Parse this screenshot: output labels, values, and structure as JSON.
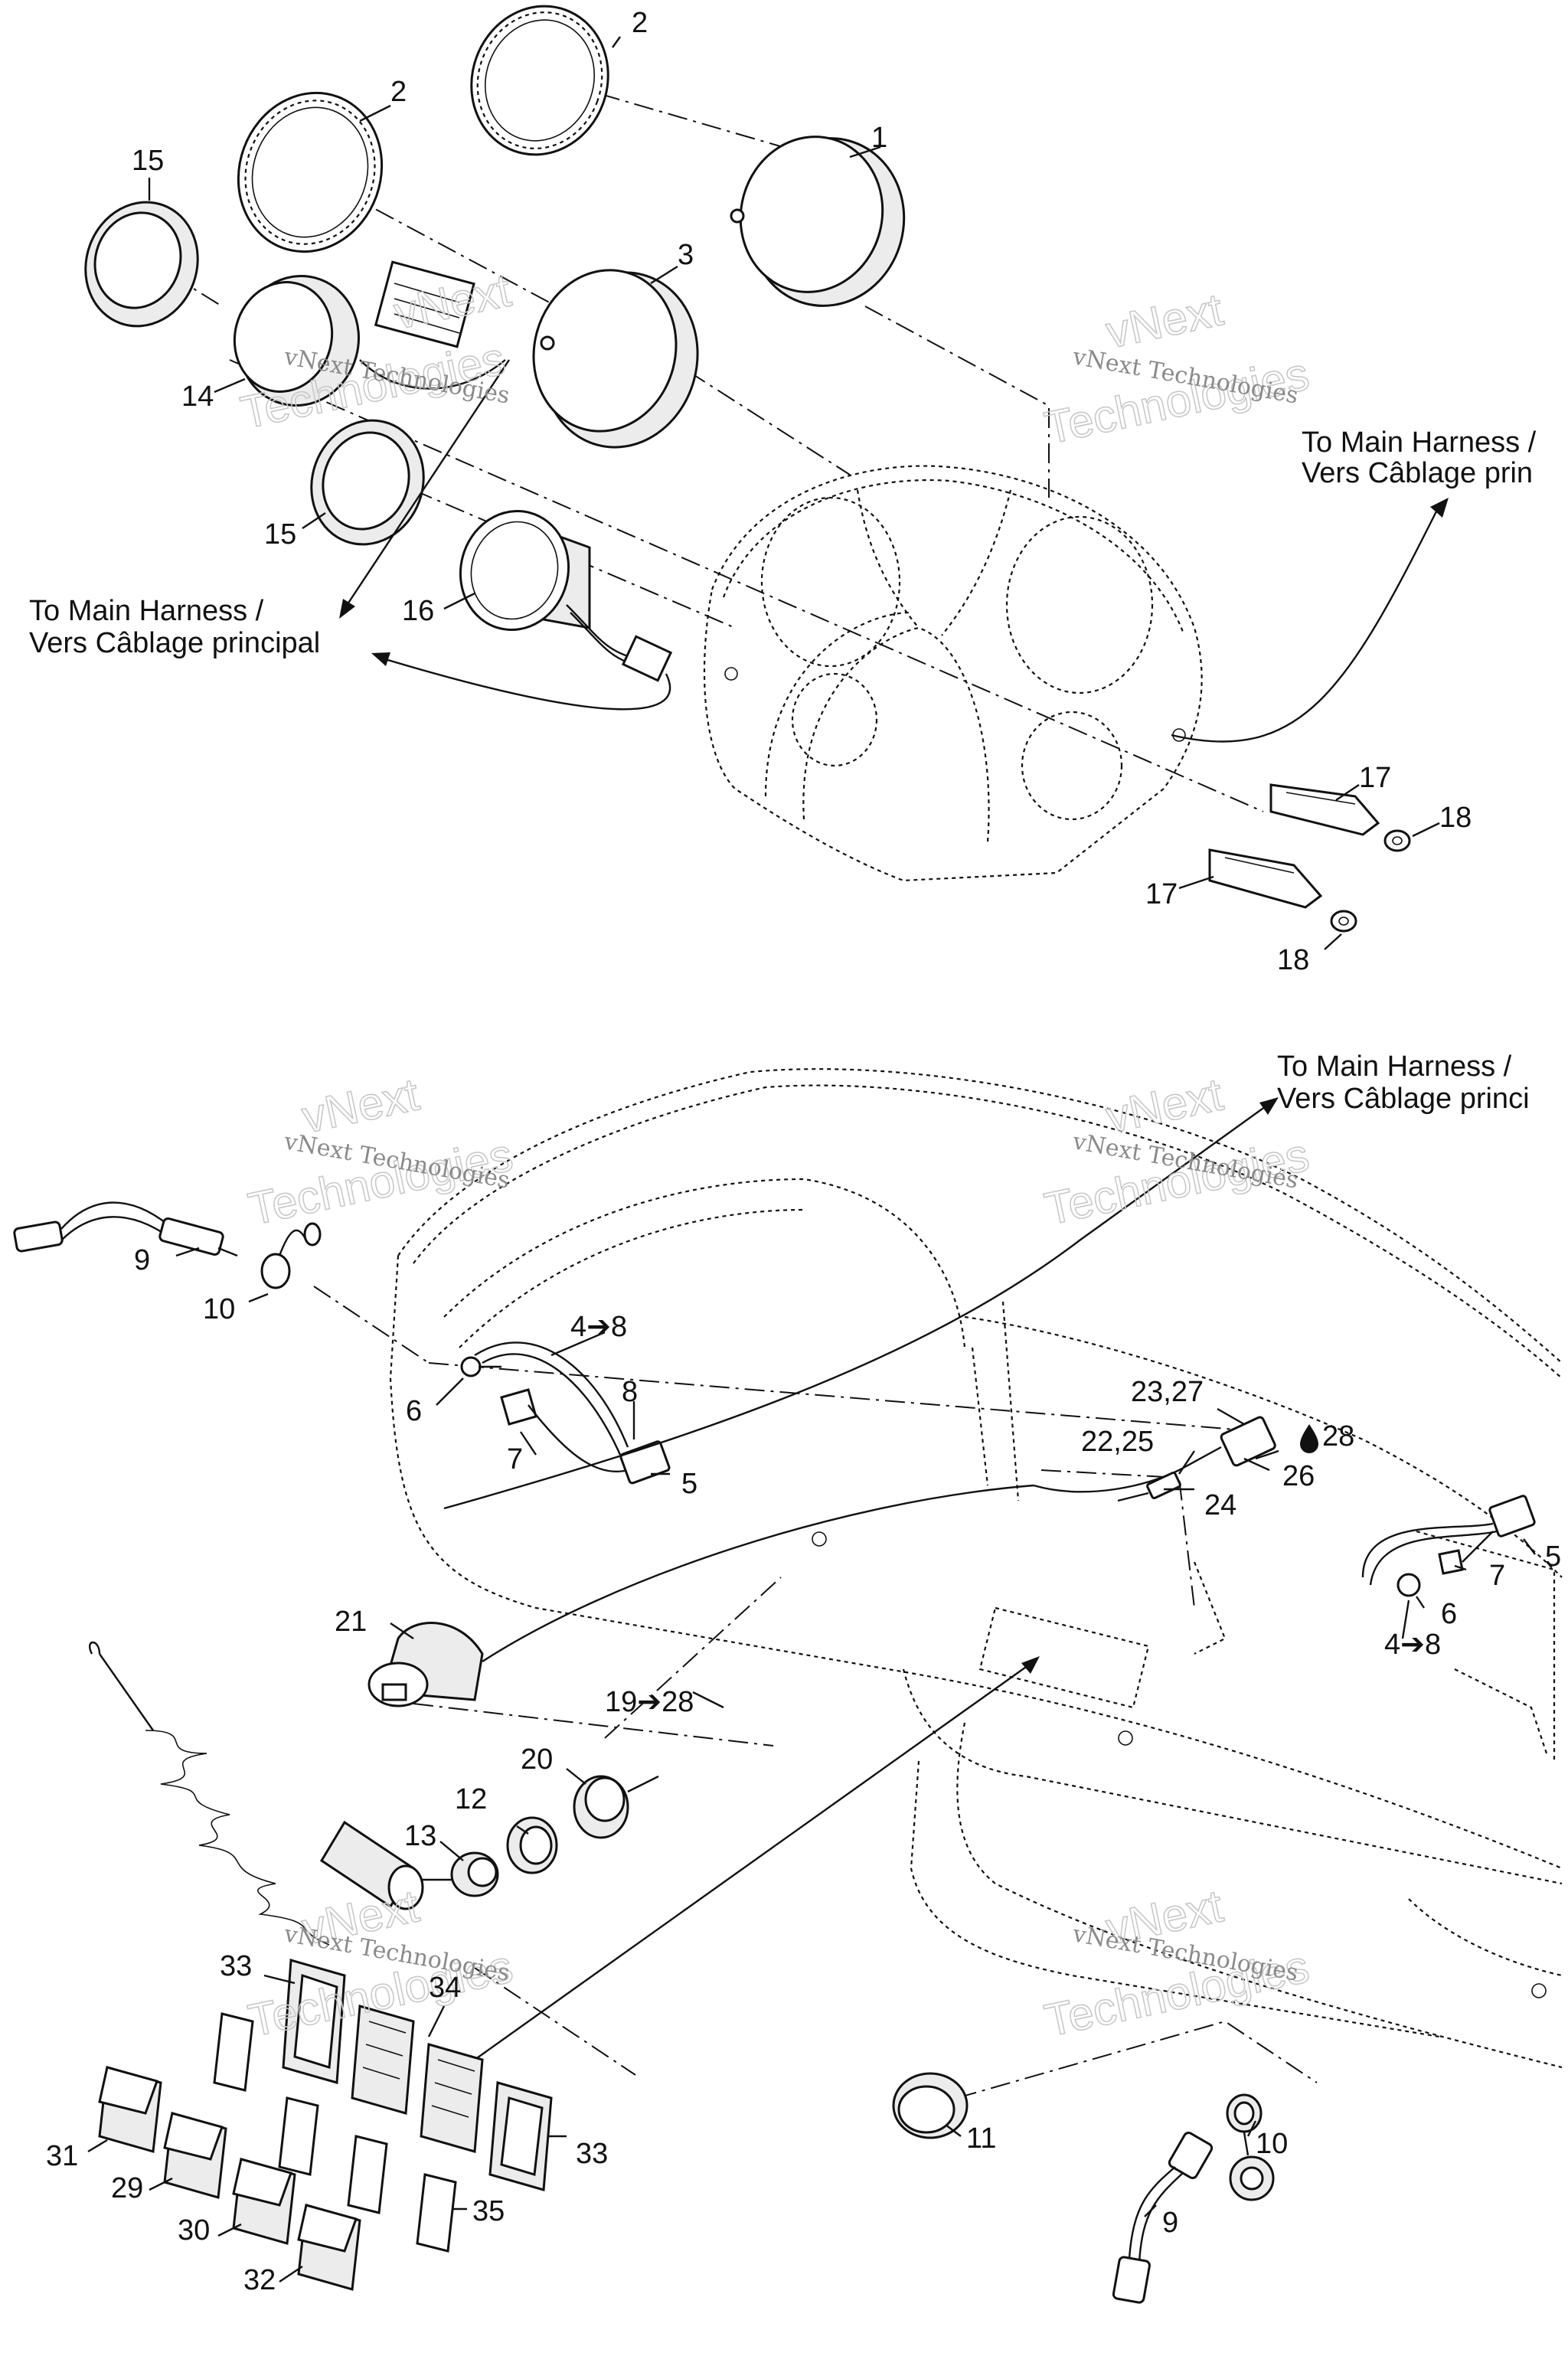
{
  "callouts": [
    {
      "id": "c-2a",
      "text": "2"
    },
    {
      "id": "c-2b",
      "text": "2"
    },
    {
      "id": "c-1",
      "text": "1"
    },
    {
      "id": "c-15a",
      "text": "15"
    },
    {
      "id": "c-3",
      "text": "3"
    },
    {
      "id": "c-14",
      "text": "14"
    },
    {
      "id": "c-15b",
      "text": "15"
    },
    {
      "id": "c-16",
      "text": "16"
    },
    {
      "id": "c-17a",
      "text": "17"
    },
    {
      "id": "c-18a",
      "text": "18"
    },
    {
      "id": "c-17b",
      "text": "17"
    },
    {
      "id": "c-18b",
      "text": "18"
    },
    {
      "id": "c-9a",
      "text": "9"
    },
    {
      "id": "c-10a",
      "text": "10"
    },
    {
      "id": "c-4-8a",
      "text": "4➔8"
    },
    {
      "id": "c-6a",
      "text": "6"
    },
    {
      "id": "c-8",
      "text": "8"
    },
    {
      "id": "c-7a",
      "text": "7"
    },
    {
      "id": "c-5a",
      "text": "5"
    },
    {
      "id": "c-23-27",
      "text": "23,27"
    },
    {
      "id": "c-22-25",
      "text": "22,25"
    },
    {
      "id": "c-28",
      "text": "28"
    },
    {
      "id": "c-26",
      "text": "26"
    },
    {
      "id": "c-24",
      "text": "24"
    },
    {
      "id": "c-5b",
      "text": "5"
    },
    {
      "id": "c-7b",
      "text": "7"
    },
    {
      "id": "c-6b",
      "text": "6"
    },
    {
      "id": "c-4-8b",
      "text": "4➔8"
    },
    {
      "id": "c-21",
      "text": "21"
    },
    {
      "id": "c-19-28",
      "text": "19➔28"
    },
    {
      "id": "c-20",
      "text": "20"
    },
    {
      "id": "c-12",
      "text": "12"
    },
    {
      "id": "c-13",
      "text": "13"
    },
    {
      "id": "c-33a",
      "text": "33"
    },
    {
      "id": "c-34",
      "text": "34"
    },
    {
      "id": "c-33b",
      "text": "33"
    },
    {
      "id": "c-31",
      "text": "31"
    },
    {
      "id": "c-29",
      "text": "29"
    },
    {
      "id": "c-30",
      "text": "30"
    },
    {
      "id": "c-32",
      "text": "32"
    },
    {
      "id": "c-35",
      "text": "35"
    },
    {
      "id": "c-11",
      "text": "11"
    },
    {
      "id": "c-10b",
      "text": "10"
    },
    {
      "id": "c-9b",
      "text": "9"
    }
  ],
  "annotations": [
    {
      "id": "a-right-top",
      "line1": "To Main Harness /",
      "line2": "Vers Câblage prin"
    },
    {
      "id": "a-left",
      "line1": "To Main Harness /",
      "line2": "Vers Câblage principal"
    },
    {
      "id": "a-right-bottom",
      "line1": "To Main Harness /",
      "line2": "Vers Câblage princi"
    }
  ],
  "watermark": {
    "line1": "vNext",
    "line2": "Technologies",
    "small": "vNext Technologies"
  }
}
